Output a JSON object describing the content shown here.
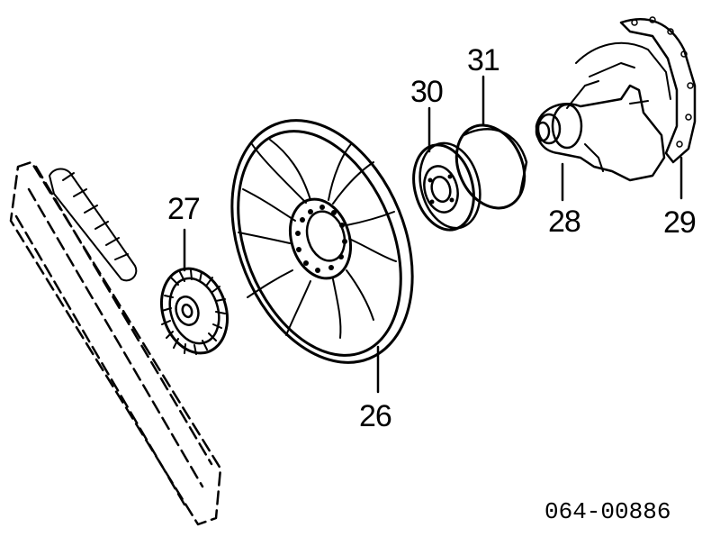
{
  "diagram": {
    "callouts": [
      {
        "id": "fan-clutch",
        "label": "27"
      },
      {
        "id": "fan-blade",
        "label": "26"
      },
      {
        "id": "pulley",
        "label": "30"
      },
      {
        "id": "pulley-spacer",
        "label": "31"
      },
      {
        "id": "water-pump",
        "label": "28"
      },
      {
        "id": "pump-gasket",
        "label": "29"
      }
    ],
    "reference_code": "064-00886"
  }
}
